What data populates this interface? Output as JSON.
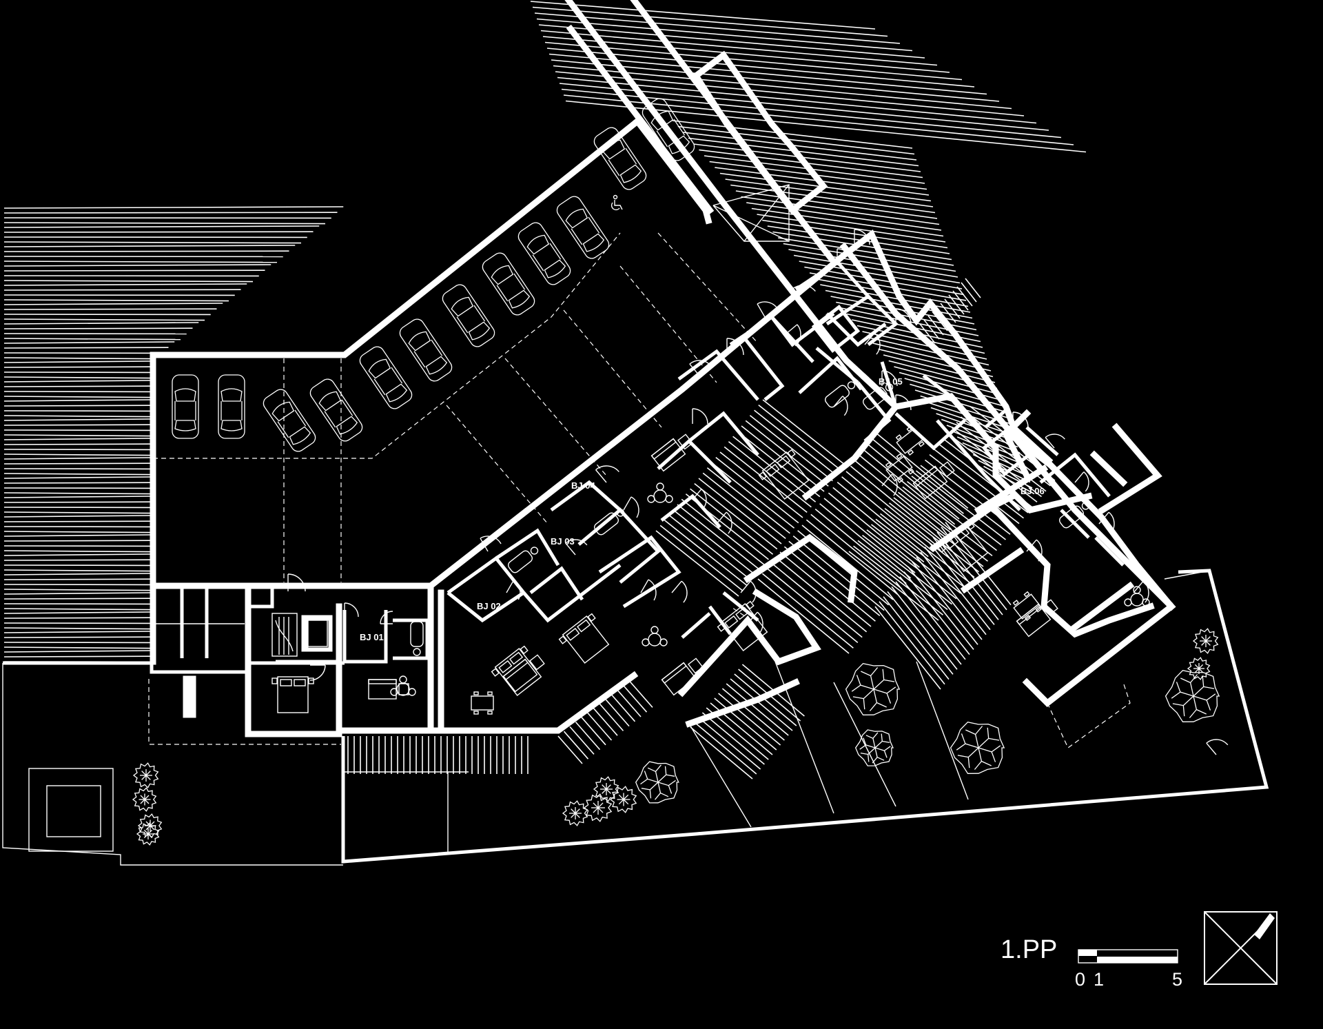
{
  "drawing": {
    "title": "1.PP",
    "unit_labels": [
      "BJ 01",
      "BJ 02",
      "BJ 03",
      "BJ 04",
      "BJ 05",
      "BJ 06"
    ],
    "scale_bar": {
      "labels": [
        "0",
        "1",
        "5"
      ]
    },
    "icons": [
      "wheelchair-icon",
      "north-arrow-icon"
    ]
  }
}
